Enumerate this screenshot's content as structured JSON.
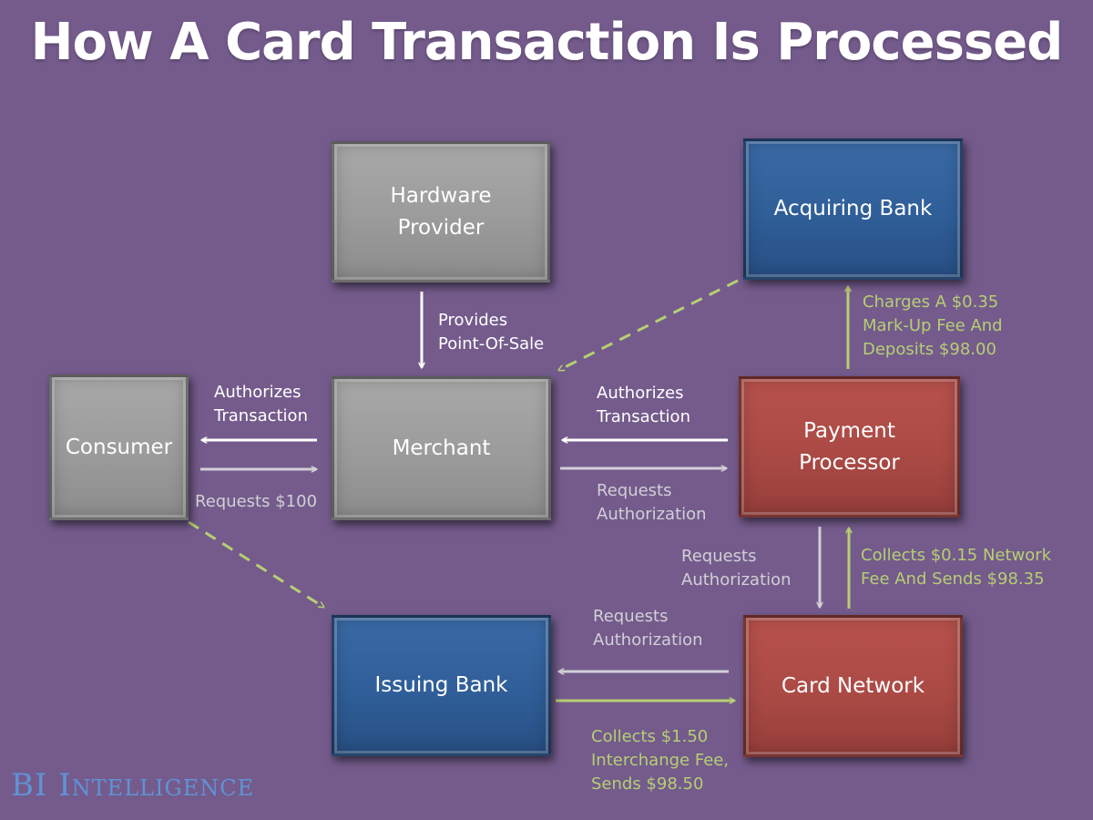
{
  "title": "How A Card Transaction Is Processed",
  "nodes": {
    "hardware_provider": "Hardware\nProvider",
    "acquiring_bank": "Acquiring Bank",
    "consumer": "Consumer",
    "merchant": "Merchant",
    "payment_processor": "Payment\nProcessor",
    "issuing_bank": "Issuing Bank",
    "card_network": "Card Network"
  },
  "edges": {
    "hardware_to_merchant": "Provides\nPoint-Of-Sale",
    "merchant_to_consumer": "Authorizes\nTransaction",
    "consumer_to_merchant": "Requests $100",
    "processor_to_merchant": "Authorizes\nTransaction",
    "merchant_to_processor": "Requests\nAuthorization",
    "processor_to_acquiring": "Charges A $0.35\nMark-Up Fee And\nDeposits $98.00",
    "processor_to_network": "Requests\nAuthorization",
    "network_to_processor": "Collects $0.15 Network\nFee And  Sends $98.35",
    "network_to_issuing": "Requests\nAuthorization",
    "issuing_to_network": "Collects $1.50\nInterchange Fee,\nSends $98.50"
  },
  "logo": {
    "prefix": "BI",
    "name": "Intelligence"
  },
  "colors": {
    "background": "#745b8c",
    "gray_box": "#9b9b9b",
    "blue_box": "#2f5e98",
    "red_box": "#ab4a45",
    "money_flow": "#b6cf73",
    "request_flow": "#d2cfd6",
    "logo": "#5f93d6"
  }
}
